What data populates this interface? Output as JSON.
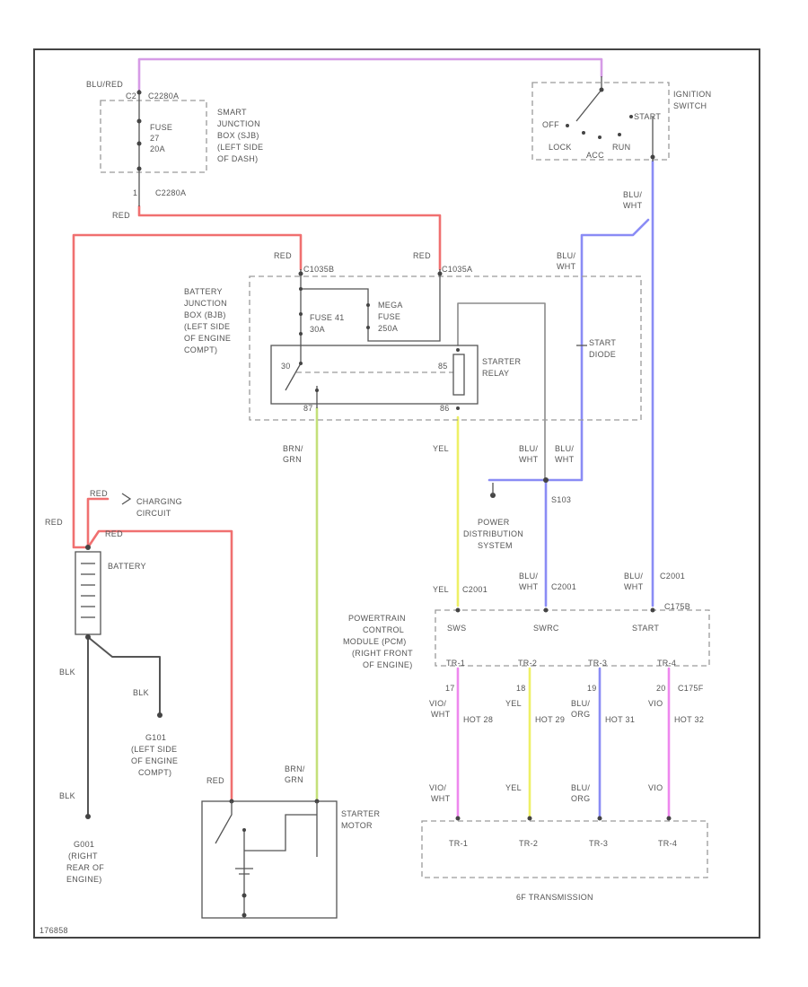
{
  "colors": {
    "red": "#f07070",
    "violet": "#d69be6",
    "blue": "#8a8cf5",
    "yellow": "#eef066",
    "green": "#c4e07a",
    "pink": "#ee88ee",
    "gray": "#8c8c8c",
    "black": "#555555"
  },
  "top": {
    "blu_red": "BLU/RED",
    "c2_a": "C2",
    "c2_b": "C2",
    "conn_c2280a": "C2280A",
    "fuse27": [
      "FUSE",
      "27",
      "20A"
    ],
    "sjb": [
      "SMART",
      "JUNCTION",
      "BOX (SJB)",
      "(LEFT SIDE",
      "OF DASH)"
    ],
    "pin1": "1",
    "c2280a_b": "C2280A",
    "red": "RED"
  },
  "ignition": {
    "title": [
      "IGNITION",
      "SWITCH"
    ],
    "off": "OFF",
    "start": "START",
    "lock": "LOCK",
    "acc": "ACC",
    "run": "RUN",
    "blu_wht": [
      "BLU/",
      "WHT"
    ]
  },
  "bjb": {
    "red_left": "RED",
    "conn_left": "C1035B",
    "red_right": "RED",
    "conn_right": "C1035A",
    "title": [
      "BATTERY",
      "JUNCTION",
      "BOX (BJB)",
      "(LEFT SIDE",
      "OF ENGINE",
      "COMPT)"
    ],
    "fuse41": [
      "FUSE 41",
      "30A"
    ],
    "mega": [
      "MEGA",
      "FUSE",
      "250A"
    ],
    "relay": [
      "STARTER",
      "RELAY"
    ],
    "relay_pins": [
      "30",
      "87",
      "85",
      "86"
    ],
    "blu_wht": [
      "BLU/",
      "WHT"
    ],
    "diode": [
      "START",
      "DIODE"
    ]
  },
  "mid": {
    "brn_grn": [
      "BRN/",
      "GRN"
    ],
    "yel": "YEL",
    "blu_wht_a": [
      "BLU/",
      "WHT"
    ],
    "blu_wht_b": [
      "BLU/",
      "WHT"
    ],
    "s103": "S103",
    "pds": [
      "POWER",
      "DISTRIBUTION",
      "SYSTEM"
    ],
    "charging": [
      "CHARGING",
      "CIRCUIT"
    ],
    "red_a": "RED",
    "red_b": "RED",
    "red_c": "RED",
    "battery": "BATTERY",
    "blk_a": "BLK",
    "blk_b": "BLK",
    "blk_c": "BLK",
    "g101": [
      "G101",
      "(LEFT SIDE",
      "OF ENGINE",
      "COMPT)"
    ],
    "g001": [
      "G001",
      "(RIGHT",
      "REAR OF",
      "ENGINE)"
    ]
  },
  "pcm": {
    "yel": "YEL",
    "conn1": "C2001",
    "blu_wht_a": [
      "BLU/",
      "WHT"
    ],
    "conn2": "C2001",
    "blu_wht_b": [
      "BLU/",
      "WHT"
    ],
    "conn3": "C2001",
    "title": [
      "POWERTRAIN",
      "CONTROL",
      "MODULE (PCM)",
      "(RIGHT FRONT",
      "OF ENGINE)"
    ],
    "start_pin": "C175B",
    "fns": [
      "SWS",
      "SWRC",
      "START"
    ],
    "pins": [
      "TR-1",
      "TR-2",
      "TR-3",
      "TR-4"
    ],
    "numbers": [
      "17",
      "18",
      "19",
      "20"
    ],
    "wires_top": [
      [
        "VIO/",
        "WHT"
      ],
      [
        "YEL"
      ],
      [
        "BLU/",
        "ORG"
      ],
      [
        "VIO"
      ]
    ],
    "hot_names": [
      "HOT 28",
      "HOT 29",
      "HOT 31",
      "HOT 32"
    ],
    "extra": "C175F",
    "wires_bot": [
      [
        "VIO/",
        "WHT"
      ],
      [
        "YEL"
      ],
      [
        "BLU/",
        "ORG"
      ],
      [
        "VIO"
      ]
    ]
  },
  "starter": {
    "red": "RED",
    "brn_grn": [
      "BRN/",
      "GRN"
    ],
    "title": [
      "STARTER",
      "MOTOR"
    ]
  },
  "trans": {
    "pins": [
      "TR-1",
      "TR-2",
      "TR-3",
      "TR-4"
    ],
    "title": "6F TRANSMISSION"
  },
  "footer": "176858"
}
